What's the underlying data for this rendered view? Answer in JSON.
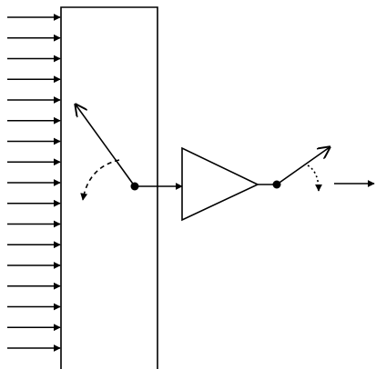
{
  "diagram": {
    "input_arrow_count": 17,
    "colors": {
      "background": "#ffffff",
      "stroke": "#000000"
    },
    "elements": {
      "input_arrows": "input-arrow",
      "selector_box": "selector-box",
      "selector_pivot": "pivot-dot",
      "selector_pointer": "pointer-arrow",
      "selector_rotation": "dashed-rotation-arrow",
      "amplifier": "amplifier-triangle",
      "output_pivot": "pivot-dot",
      "output_pointer": "pointer-arrow",
      "output_rotation": "dotted-rotation-arrow",
      "output_arrow": "output-arrow"
    }
  }
}
